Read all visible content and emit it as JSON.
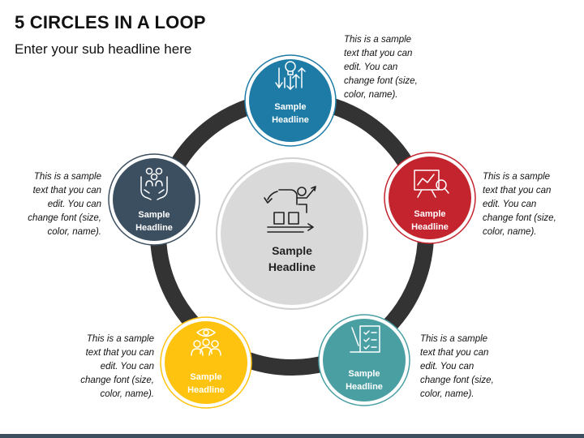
{
  "title": "5 CIRCLES IN A LOOP",
  "subtitle": "Enter your sub headline here",
  "colors": {
    "ring": "#333333",
    "center_fill": "#d9d9d9",
    "blue": "#1e7ba6",
    "red": "#c3242e",
    "teal": "#4a9fa3",
    "yellow": "#fdc30e",
    "slate": "#3c4f61"
  },
  "center": {
    "headline": "Sample\nHeadline",
    "icon": "presenter-chart-icon"
  },
  "nodes": [
    {
      "headline": "Sample\nHeadline",
      "icon": "idea-arrows-icon",
      "color": "#1e7ba6",
      "text": "This is a sample\ntext that you can\nedit. You can\nchange font (size,\ncolor, name)."
    },
    {
      "headline": "Sample\nHeadline",
      "icon": "analysis-board-icon",
      "color": "#c3242e",
      "text": "This is a sample\ntext that you can\nedit. You can\nchange font (size,\ncolor, name)."
    },
    {
      "headline": "Sample\nHeadline",
      "icon": "checklist-icon",
      "color": "#4a9fa3",
      "text": "This is a sample\ntext that you can\nedit. You can\nchange font (size,\ncolor, name)."
    },
    {
      "headline": "Sample\nHeadline",
      "icon": "team-vision-icon",
      "color": "#fdc30e",
      "text": "This is a sample\ntext that you can\nedit. You can\nchange font (size,\ncolor, name)."
    },
    {
      "headline": "Sample\nHeadline",
      "icon": "hands-people-icon",
      "color": "#3c4f61",
      "text": "This is a sample\ntext that you can\nedit. You can\nchange font (size,\ncolor, name)."
    }
  ]
}
